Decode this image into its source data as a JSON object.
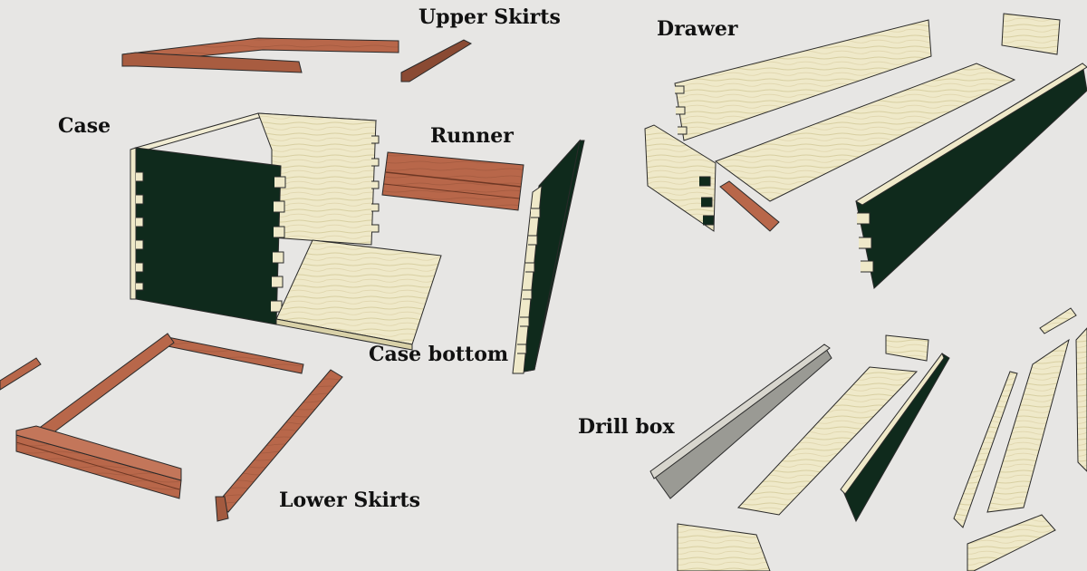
{
  "labels": {
    "upper_skirts": "Upper Skirts",
    "case": "Case",
    "runner": "Runner",
    "case_bottom": "Case bottom",
    "lower_skirts": "Lower Skirts",
    "drawer": "Drawer",
    "drill_box": "Drill box"
  },
  "colors": {
    "background": "#e7e6e4",
    "cherry": "#b8674a",
    "cherry_dark": "#8a4a33",
    "pine": "#efe9c9",
    "pine_grain": "#d8cfa2",
    "green_panel": "#0f2a1c",
    "edge": "#2a2a2a"
  }
}
